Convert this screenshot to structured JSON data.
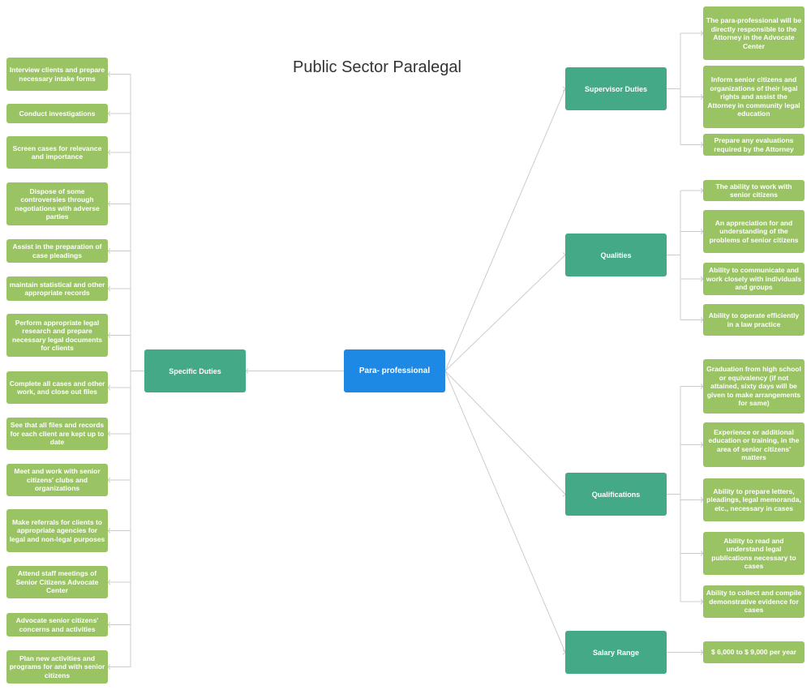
{
  "title": "Public Sector Paralegal",
  "center": "Para- professional",
  "left_branch": {
    "label": "Specific Duties",
    "items": [
      "Interview clients and prepare necessary intake forms",
      "Conduct investigations",
      "Screen cases for relevance and importance",
      "Dispose of some controversies through negotiations with adverse parties",
      "Assist in the preparation of case pleadings",
      "maintain statistical and other appropriate records",
      "Perform appropriate legal research and prepare necessary legal documents for clients",
      "Complete all cases and other work, and close out files",
      "See that all files and records for each client are kept up to date",
      "Meet and work with senior citizens' clubs and organizations",
      "Make referrals for clients to appropriate agencies for legal and non-legal purposes",
      "Attend staff meetings of Senior Citizens Advocate Center",
      "Advocate senior citizens' concerns and activities",
      "Plan new activities and programs for and with senior citizens"
    ]
  },
  "right_branches": [
    {
      "label": "Supervisor Duties",
      "items": [
        "The para-professional will be directly responsible to the Attorney in the Advocate Center",
        "Inform senior citizens and organizations of their legal rights and assist the Attorney in community legal education",
        "Prepare any evaluations required by the Attorney"
      ]
    },
    {
      "label": "Qualities",
      "items": [
        "The ability to work with senior citizens",
        "An appreciation for and understanding of the problems of senior citizens",
        "Ability to communicate and work closely with individuals and groups",
        "Ability to operate efficiently in a law practice"
      ]
    },
    {
      "label": "Qualifications",
      "items": [
        "Graduation from high school or equivalency (if not attained, sixty days will be given to make arrangements for same)",
        "Experience or additional education or training, in the area of senior citizens' matters",
        "Ability to prepare letters, pleadings, legal memoranda, etc., necessary in cases",
        "Ability to read and understand legal publications necessary to cases",
        "Ability to collect and compile demonstrative evidence for cases"
      ]
    },
    {
      "label": "Salary Range",
      "items": [
        "$ 6,000 to $ 9,000 per year"
      ]
    }
  ],
  "colors": {
    "center": "#1e88e5",
    "branch": "#43a987",
    "leaf": "#9ac464",
    "connector": "#cccccc"
  }
}
